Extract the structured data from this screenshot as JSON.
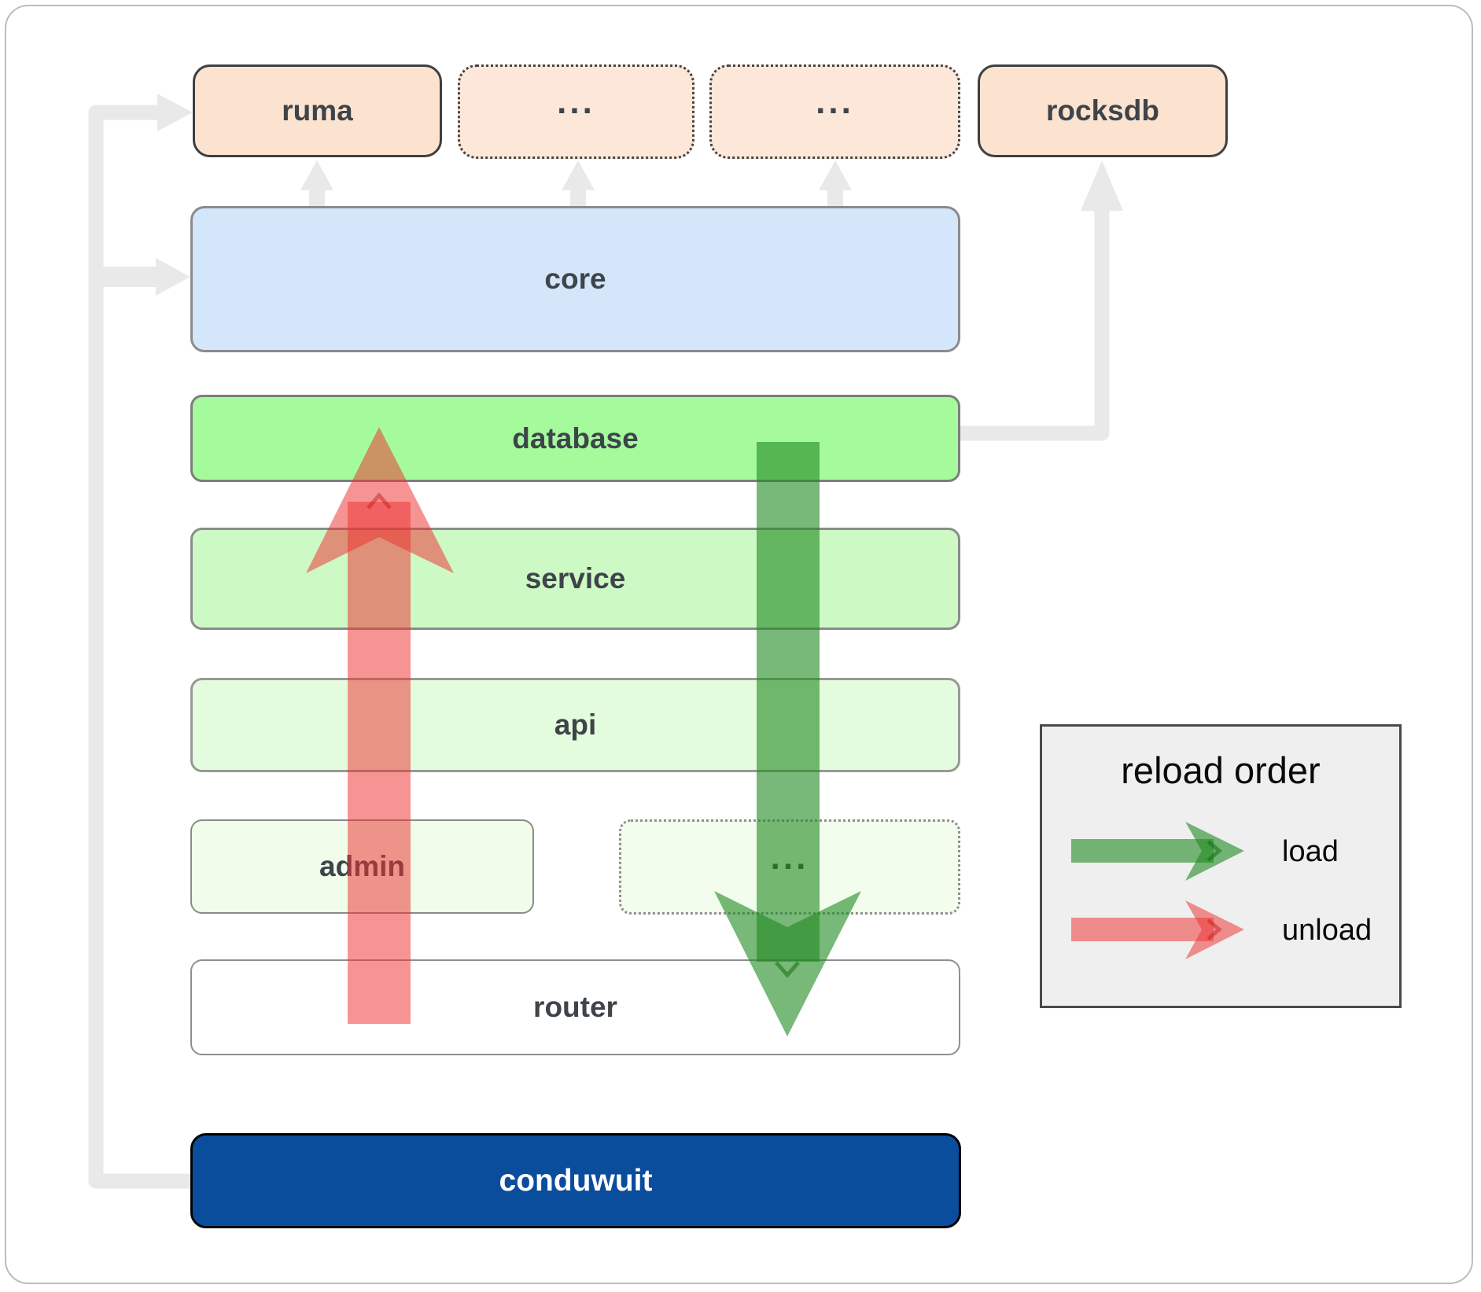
{
  "nodes": {
    "ruma": {
      "label": "ruma"
    },
    "deps_more_1": {
      "label": "..."
    },
    "deps_more_2": {
      "label": "..."
    },
    "rocksdb": {
      "label": "rocksdb"
    },
    "core": {
      "label": "core"
    },
    "database": {
      "label": "database"
    },
    "service": {
      "label": "service"
    },
    "api": {
      "label": "api"
    },
    "admin": {
      "label": "admin"
    },
    "admin_more": {
      "label": "..."
    },
    "router": {
      "label": "router"
    },
    "conduwuit": {
      "label": "conduwuit"
    }
  },
  "legend": {
    "title": "reload order",
    "items": [
      {
        "label": "load",
        "color": "#228b22"
      },
      {
        "label": "unload",
        "color": "#ee3232"
      }
    ]
  },
  "colors": {
    "peachFill": "#fbe3d0",
    "peachFillLight": "#fce7d8",
    "blueFill": "#d3e6fa",
    "dbGreenFill": "#a5fb9c",
    "serviceGreenFill": "#cdf9c5",
    "apiGreenFill": "#e4fcde",
    "adminGreenFill": "#effdea",
    "routerFill": "#ffffff",
    "conduwuitFill": "#0b4d9d",
    "nodeBorderDark": "#3f3f3f",
    "nodeBorderGray": "#8b8b8b",
    "labelColor": "#3e444a",
    "grayArrow": "#e9e9e9",
    "legendBg": "#efefef",
    "legendBorder": "#4a4a4a",
    "frameBorder": "#bdbdbd"
  }
}
